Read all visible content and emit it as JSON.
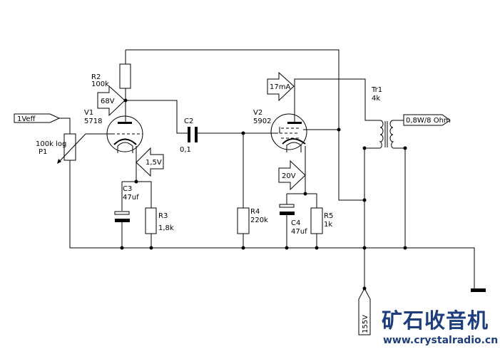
{
  "labels": {
    "input": "1Veff",
    "p1_value": "100k log",
    "p1_name": "P1",
    "r2_name": "R2",
    "r2_value": "100k",
    "v1_name": "V1",
    "v1_type": "5718",
    "v1_plate_voltage": "68V",
    "v1_cathode_voltage": "1,5V",
    "c2_name": "C2",
    "c2_value": "0,1",
    "c3_name": "C3",
    "c3_value": "47uf",
    "r3_name": "R3",
    "r3_value": "1,8k",
    "v2_name": "V2",
    "v2_type": "5902",
    "v2_plate_current": "17mA",
    "v2_cathode_voltage": "20V",
    "r4_name": "R4",
    "r4_value": "220k",
    "c4_name": "C4",
    "c4_value": "47uf",
    "r5_name": "R5",
    "r5_value": "1k",
    "tr1_name": "Tr1",
    "tr1_value": "4k",
    "output": "0,8W/8 Ohm",
    "supply": "155V"
  },
  "watermark": {
    "title": "矿石收音机",
    "url": "www.crystalradio.cn",
    "color": "#1d3d7c"
  }
}
